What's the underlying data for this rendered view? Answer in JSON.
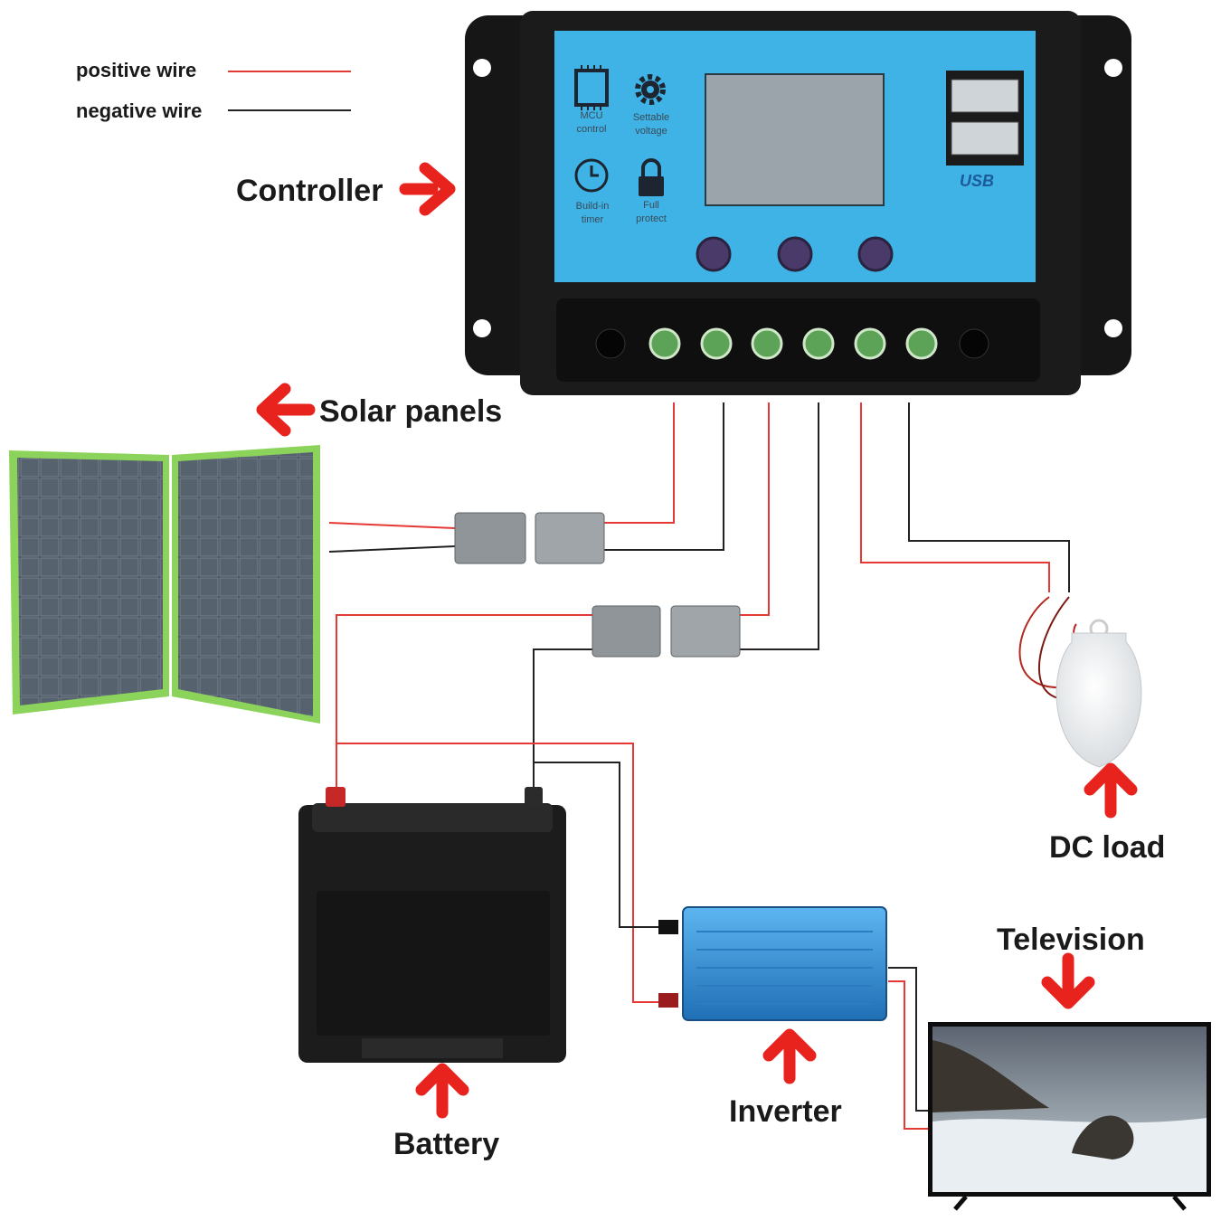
{
  "legend": {
    "positive_label": "positive wire",
    "negative_label": "negative wire",
    "positive_color": "#e53935",
    "negative_color": "#222222"
  },
  "labels": {
    "controller": "Controller",
    "solar_panels": "Solar panels",
    "dc_load": "DC load",
    "television": "Television",
    "inverter": "Inverter",
    "battery": "Battery"
  },
  "controller_panel": {
    "mcu": [
      "MCU",
      "control"
    ],
    "settable": [
      "Settable",
      "voltage"
    ],
    "timer": [
      "Build-in",
      "timer"
    ],
    "protect": [
      "Full",
      "protect"
    ],
    "usb": "USB"
  },
  "colors": {
    "arrow": "#e8231e",
    "controller_face": "#3fb3e6",
    "panel_frame": "#8bd35a",
    "inverter_body": "#2f8fd6"
  },
  "icons": [
    "chip-icon",
    "gear-icon",
    "clock-icon",
    "lock-icon",
    "arrow-icon"
  ]
}
